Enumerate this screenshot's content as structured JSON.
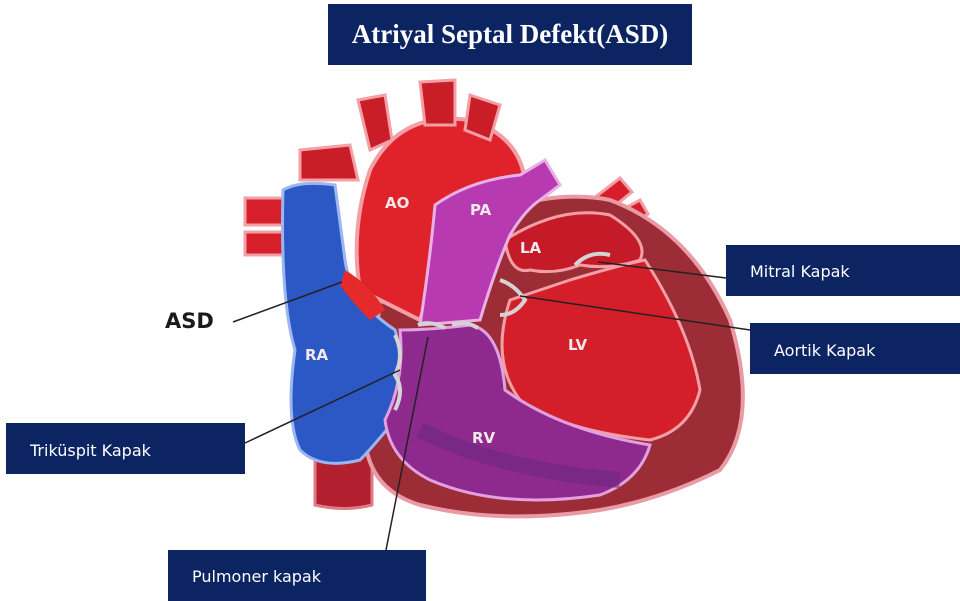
{
  "title": "Atriyal Septal Defekt(ASD)",
  "heart_labels": {
    "ao": "AO",
    "pa": "PA",
    "la": "LA",
    "lv": "LV",
    "ra": "RA",
    "rv": "RV",
    "asd": "ASD"
  },
  "callouts": {
    "mitral": "Mitral Kapak",
    "aortic": "Aortik Kapak",
    "tricuspid": "Triküspit Kapak",
    "pulmonary": "Pulmoner kapak"
  },
  "colors": {
    "box_bg": "#0c2461",
    "box_text": "#ffffff",
    "aorta_red": "#e0232a",
    "pulmonary_purple": "#a0289a",
    "vena_blue": "#2b58c4",
    "myocardium": "#9c2c36"
  }
}
